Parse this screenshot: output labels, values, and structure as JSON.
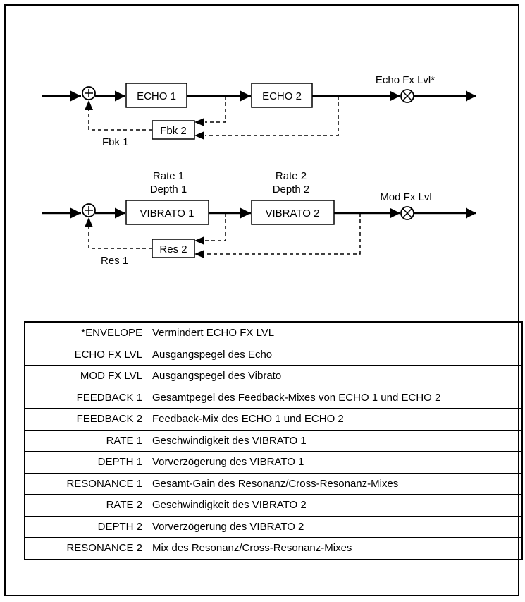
{
  "echo_section": {
    "block_1": "ECHO 1",
    "block_2": "ECHO 2",
    "feedback_block": "Fbk 2",
    "feedback_label": "Fbk 1",
    "output_label": "Echo Fx Lvl*"
  },
  "mod_section": {
    "param_1_rate": "Rate 1",
    "param_1_depth": "Depth 1",
    "param_2_rate": "Rate 2",
    "param_2_depth": "Depth 2",
    "block_1": "VIBRATO 1",
    "block_2": "VIBRATO 2",
    "feedback_block": "Res 2",
    "feedback_label": "Res 1",
    "output_label": "Mod Fx Lvl"
  },
  "parameters": [
    {
      "name": "*ENVELOPE",
      "description": "Vermindert ECHO FX LVL"
    },
    {
      "name": "ECHO FX LVL",
      "description": "Ausgangspegel des Echo"
    },
    {
      "name": "MOD FX LVL",
      "description": "Ausgangspegel des Vibrato"
    },
    {
      "name": "FEEDBACK 1",
      "description": "Gesamtpegel des Feedback-Mixes von ECHO 1 und ECHO 2"
    },
    {
      "name": "FEEDBACK 2",
      "description": "Feedback-Mix des ECHO 1 und ECHO 2"
    },
    {
      "name": "RATE 1",
      "description": "Geschwindigkeit des VIBRATO 1"
    },
    {
      "name": "DEPTH 1",
      "description": "Vorverzögerung des VIBRATO 1"
    },
    {
      "name": "RESONANCE 1",
      "description": "Gesamt-Gain des Resonanz/Cross-Resonanz-Mixes"
    },
    {
      "name": "RATE 2",
      "description": "Geschwindigkeit des VIBRATO 2"
    },
    {
      "name": "DEPTH 2",
      "description": "Vorverzögerung des VIBRATO 2"
    },
    {
      "name": "RESONANCE 2",
      "description": "Mix des Resonanz/Cross-Resonanz-Mixes"
    }
  ]
}
